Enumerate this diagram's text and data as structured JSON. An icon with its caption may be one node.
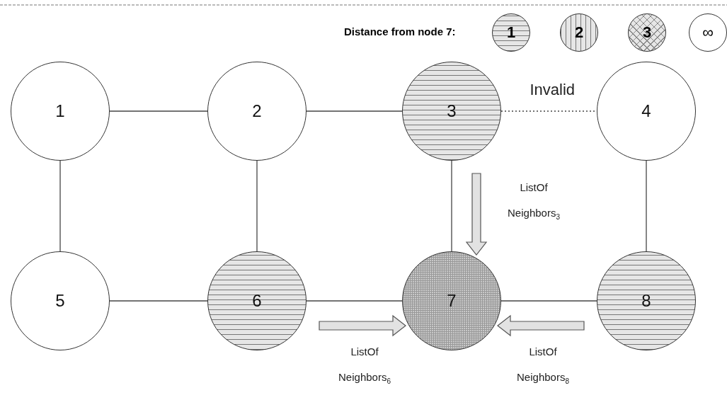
{
  "diagram": {
    "nodes": [
      {
        "text": [
          "1"
        ]
      },
      {
        "text": [
          "2"
        ]
      },
      {
        "text": [
          "3"
        ]
      },
      {
        "text": [
          "4"
        ]
      },
      {
        "text": [
          "5"
        ]
      },
      {
        "text": [
          "6"
        ]
      },
      {
        "text": [
          "7"
        ]
      },
      {
        "text": [
          "8"
        ]
      }
    ],
    "edges": [
      {
        "from": 0,
        "to": 1,
        "arrow": "none"
      },
      {
        "from": 1,
        "to": 2,
        "arrow": "none"
      },
      {
        "from": 2,
        "to": 3,
        "arrow": "none",
        "style": "dashed",
        "label": "Invalid"
      },
      {
        "from": 0,
        "to": 4,
        "arrow": "none"
      },
      {
        "from": 1,
        "to": 5,
        "arrow": "none"
      },
      {
        "from": 2,
        "to": 6,
        "arrow": "none"
      },
      {
        "from": 3,
        "to": 7,
        "arrow": "none"
      },
      {
        "from": 4,
        "to": 5,
        "arrow": "none"
      },
      {
        "from": 5,
        "to": 6,
        "arrow": "none"
      },
      {
        "from": 6,
        "to": 7,
        "arrow": "none"
      },
      {
        "from": 2,
        "to": 6,
        "arrow": "to",
        "style": "thick",
        "label": "ListOf Neighbors$_{3}$"
      },
      {
        "from": 5,
        "to": 6,
        "arrow": "to",
        "style": "thick",
        "label": "ListOf Neighbors$_{6}$"
      },
      {
        "from": 7,
        "to": 6,
        "arrow": "to",
        "style": "thick",
        "label": "ListOf Neighbors$_{8}$"
      }
    ],
    "labels": [
      "Distance from node 7:"
    ],
    "legend": [
      {
        "text": "1"
      },
      {
        "text": "2"
      },
      {
        "text": "3"
      },
      {
        "text": "∞"
      }
    ]
  }
}
